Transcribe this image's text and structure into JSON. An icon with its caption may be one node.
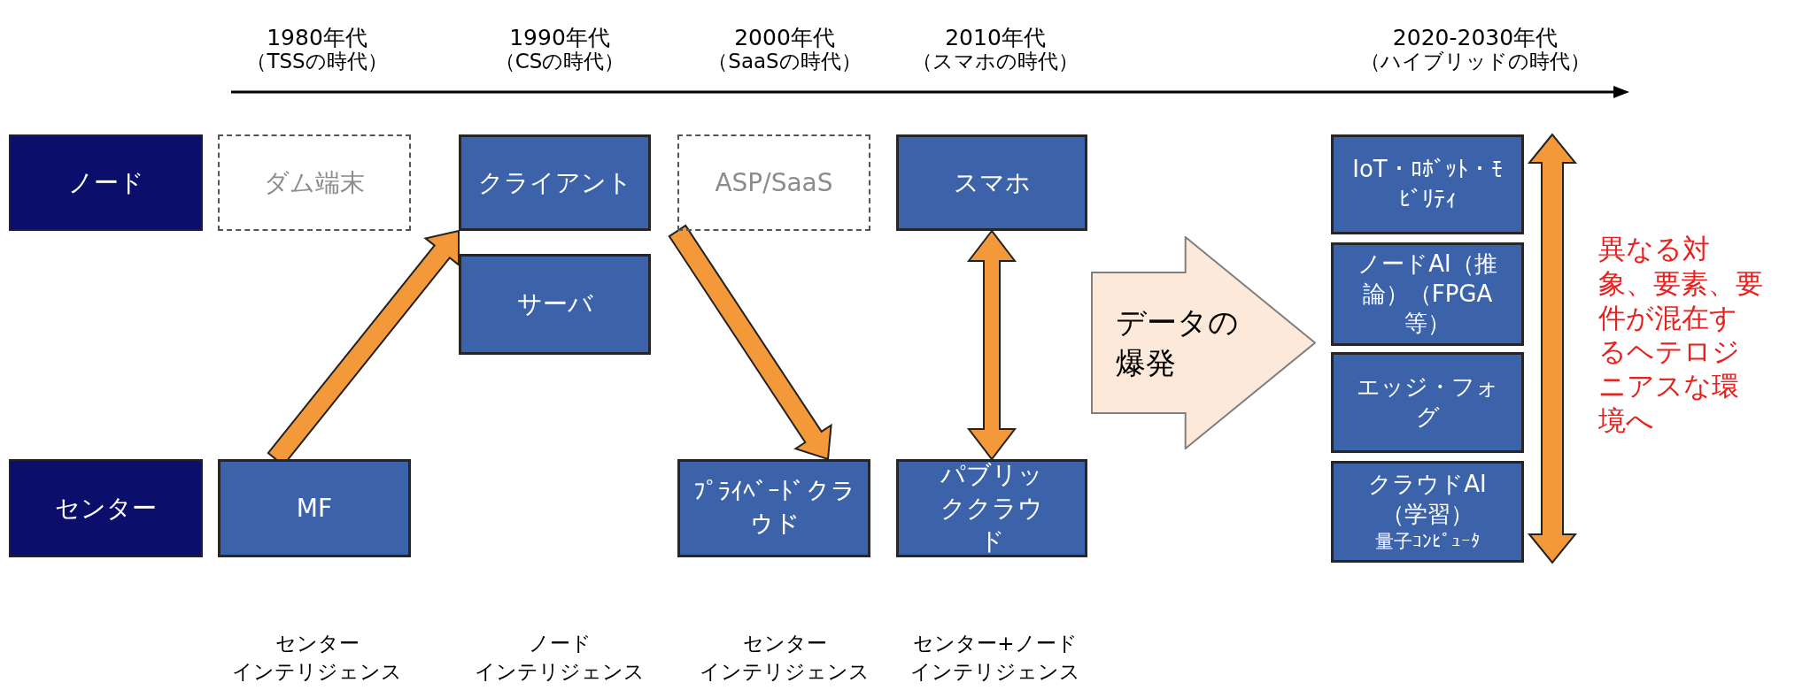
{
  "diagram": {
    "nodes": [
      {
        "text": [
          "ノード"
        ]
      },
      {
        "text": [
          "センター"
        ]
      },
      {
        "text": [
          "ダム端末"
        ]
      },
      {
        "text": [
          "クライアント"
        ]
      },
      {
        "text": [
          "サーバ"
        ]
      },
      {
        "text": [
          "ASP/SaaS"
        ]
      },
      {
        "text": [
          "スマホ"
        ]
      },
      {
        "text": [
          "MF"
        ]
      },
      {
        "text": [
          "ﾌﾟﾗｲﾍﾞｰﾄﾞクラウド"
        ]
      },
      {
        "text": [
          "パブリッククラウド"
        ]
      },
      {
        "text": [
          "データの爆発"
        ]
      },
      {
        "text": [
          "IoT・ﾛﾎﾞｯﾄ・ﾓﾋﾞﾘﾃｨ"
        ]
      },
      {
        "text": [
          "ノードAI（推論）（FPGA等）"
        ]
      },
      {
        "text": [
          "エッジ・フォグ"
        ]
      },
      {
        "text": [
          "クラウドAI（学習）",
          "量子ｺﾝﾋﾟｭｰﾀ"
        ]
      }
    ],
    "edges": [
      {
        "from": 7,
        "to": 3,
        "arrow": "to"
      },
      {
        "from": 5,
        "to": 8,
        "arrow": "to"
      },
      {
        "from": 6,
        "to": 9,
        "arrow": "both"
      }
    ],
    "labels": [
      "1980年代",
      "（TSSの時代）",
      "1990年代",
      "（CSの時代）",
      "2000年代",
      "（SaaSの時代）",
      "2010年代",
      "（スマホの時代）",
      "2020-2030年代",
      "（ハイブリッドの時代）",
      "異なる対象、要素、要件が混在するヘテロジニアスな環境へ",
      "センター",
      "インテリジェンス",
      "ノード",
      "インテリジェンス",
      "センター",
      "インテリジェンス",
      "センター+ノード",
      "インテリジェンス"
    ]
  }
}
